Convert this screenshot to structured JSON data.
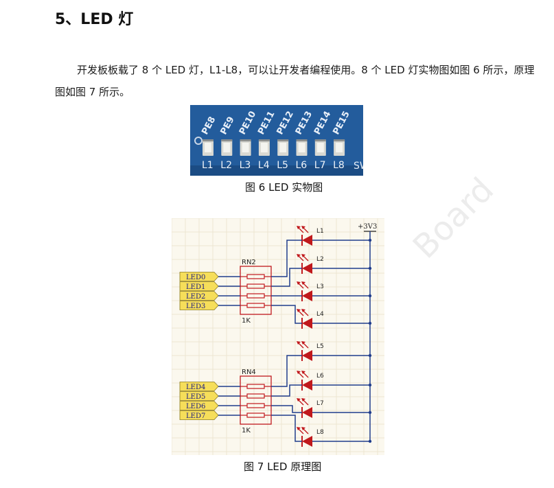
{
  "heading": "5、LED 灯",
  "paragraph": "开发板板载了 8 个 LED 灯，L1-L8，可以让开发者编程使用。8 个 LED 灯实物图如图 6 所示，原理图如图 7 所示。",
  "figure6": {
    "caption": "图 6 LED 实物图",
    "pin_labels": [
      "PE8",
      "PE9",
      "PE10",
      "PE11",
      "PE12",
      "PE13",
      "PE14",
      "PE15"
    ],
    "led_labels": [
      "L1",
      "L2",
      "L3",
      "L4",
      "L5",
      "L6",
      "L7",
      "L8"
    ],
    "sw_label": "SW"
  },
  "figure7": {
    "caption": "图 7 LED 原理图",
    "supply_label": "+3V3",
    "resistor_networks": [
      {
        "name": "RN2",
        "value": "1K"
      },
      {
        "name": "RN4",
        "value": "1K"
      }
    ],
    "net_labels": [
      "LED0",
      "LED1",
      "LED2",
      "LED3",
      "LED4",
      "LED5",
      "LED6",
      "LED7"
    ],
    "led_labels": [
      "L1",
      "L2",
      "L3",
      "L4",
      "L5",
      "L6",
      "L7",
      "L8"
    ]
  },
  "watermark": "Board",
  "colors": {
    "pcb_blue": "#235c9c",
    "wire_blue": "#1f3c8c",
    "led_red": "#c0181c",
    "net_label_fill": "#f6de5a",
    "schematic_bg": "#fbf8ee"
  }
}
